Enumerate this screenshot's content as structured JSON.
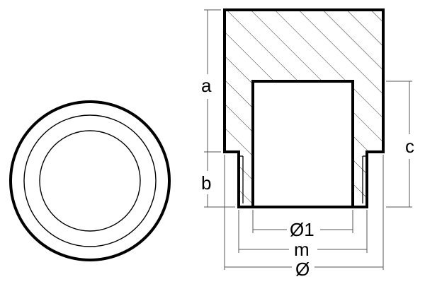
{
  "labels": {
    "a": "a",
    "b": "b",
    "c": "c",
    "d1": "Ø1",
    "m": "m",
    "d": "Ø"
  },
  "colors": {
    "outline": "#000000",
    "dimension": "#555555",
    "hatch": "#333333",
    "background": "#ffffff"
  }
}
